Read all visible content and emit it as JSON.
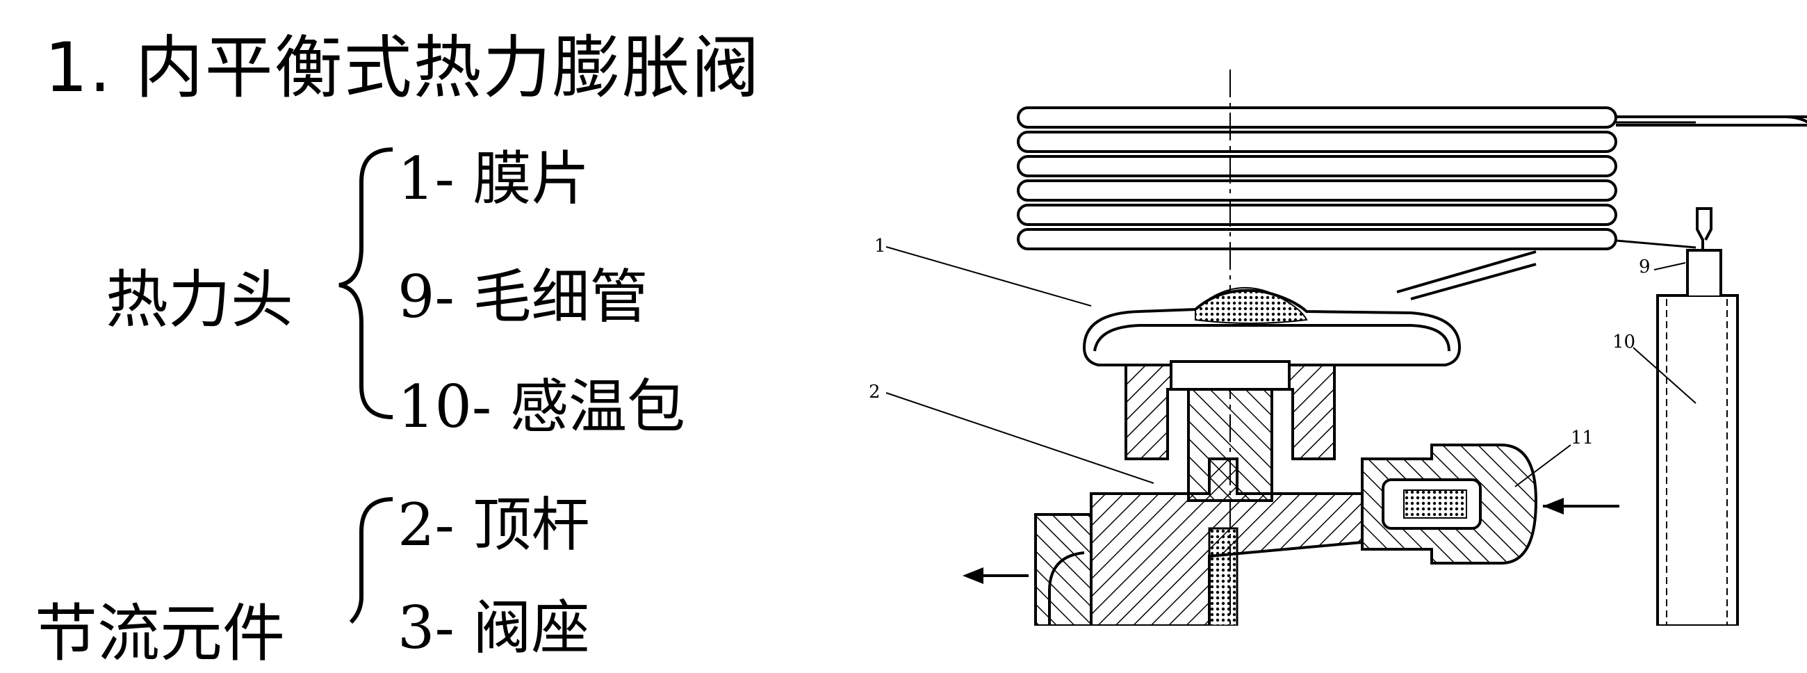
{
  "title": "1. 内平衡式热力膨胀阀",
  "groups": [
    {
      "label": "热力头",
      "items": [
        "1- 膜片",
        "9- 毛细管",
        "10- 感温包"
      ]
    },
    {
      "label": "节流元件",
      "items": [
        "2- 顶杆",
        "3- 阀座"
      ]
    }
  ],
  "diagram": {
    "part_labels": [
      "1",
      "2",
      "9",
      "10",
      "11"
    ]
  }
}
